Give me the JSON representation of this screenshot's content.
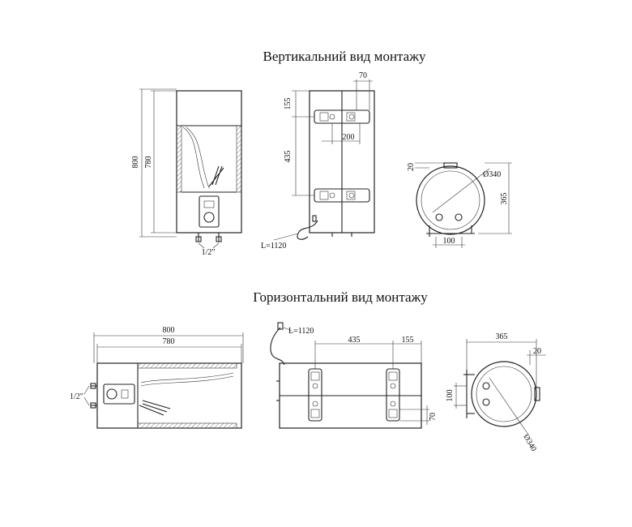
{
  "titles": {
    "vertical": "Вертикальний вид монтажу",
    "horizontal": "Горизонтальний вид монтажу"
  },
  "vertical_view": {
    "front": {
      "height_total": "800",
      "height_body": "780",
      "pipe_size": "1/2\""
    },
    "back": {
      "top_offset": "155",
      "bracket_spacing": "435",
      "hook_width": "200",
      "edge_offset": "70",
      "cable_length": "L=1120"
    },
    "side": {
      "top_offset": "20",
      "diameter": "Ø340",
      "depth": "365",
      "base_width": "100"
    }
  },
  "horizontal_view": {
    "front": {
      "length_total": "800",
      "length_body": "780",
      "pipe_size": "1/2\""
    },
    "back": {
      "cable_length": "L=1120",
      "bracket_spacing": "435",
      "end_offset": "155",
      "edge_offset": "70"
    },
    "side": {
      "depth": "365",
      "top_offset": "20",
      "base_width": "100",
      "diameter": "Ø340"
    }
  }
}
